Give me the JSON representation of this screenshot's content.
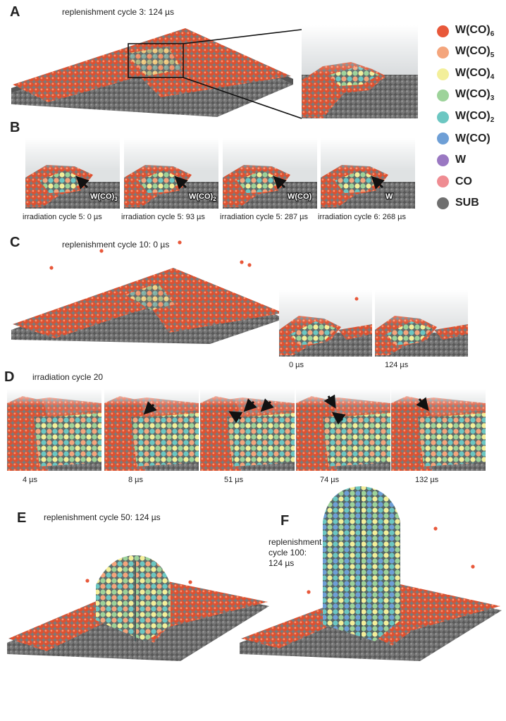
{
  "panels": {
    "A": {
      "label": "A",
      "caption": "replenishment cycle 3: 124 µs"
    },
    "B": {
      "label": "B",
      "frames": [
        {
          "caption": "irradiation cycle 5: 0 µs",
          "arrow_main": "W(CO)",
          "arrow_sub": "3"
        },
        {
          "caption": "irradiation cycle 5: 93 µs",
          "arrow_main": "W(CO)",
          "arrow_sub": "2"
        },
        {
          "caption": "irradiation cycle 5: 287 µs",
          "arrow_main": "W(CO)",
          "arrow_sub": ""
        },
        {
          "caption": "irradiation cycle 6: 268 µs",
          "arrow_main": "W",
          "arrow_sub": ""
        }
      ]
    },
    "C": {
      "label": "C",
      "caption": "replenishment cycle 10: 0 µs",
      "times": [
        "0 µs",
        "124 µs"
      ]
    },
    "D": {
      "label": "D",
      "caption": "irradiation cycle 20",
      "times": [
        "4 µs",
        "8 µs",
        "51 µs",
        "74 µs",
        "132 µs"
      ]
    },
    "E": {
      "label": "E",
      "caption": "replenishment cycle 50: 124 µs"
    },
    "F": {
      "label": "F",
      "caption_lines": [
        "replenishment",
        "cycle 100:",
        "124 µs"
      ]
    }
  },
  "legend": [
    {
      "main": "W(CO)",
      "sub": "6",
      "color": "#e8583a"
    },
    {
      "main": "W(CO)",
      "sub": "5",
      "color": "#f4a57c"
    },
    {
      "main": "W(CO)",
      "sub": "4",
      "color": "#f3ef9a"
    },
    {
      "main": "W(CO)",
      "sub": "3",
      "color": "#9dd39a"
    },
    {
      "main": "W(CO)",
      "sub": "2",
      "color": "#6cc7c2"
    },
    {
      "main": "W(CO)",
      "sub": "",
      "color": "#6e9fd6"
    },
    {
      "main": "W",
      "sub": "",
      "color": "#9a78c2"
    },
    {
      "main": "CO",
      "sub": "",
      "color": "#ef8c92"
    },
    {
      "main": "SUB",
      "sub": "",
      "color": "#6f6f6f"
    }
  ]
}
